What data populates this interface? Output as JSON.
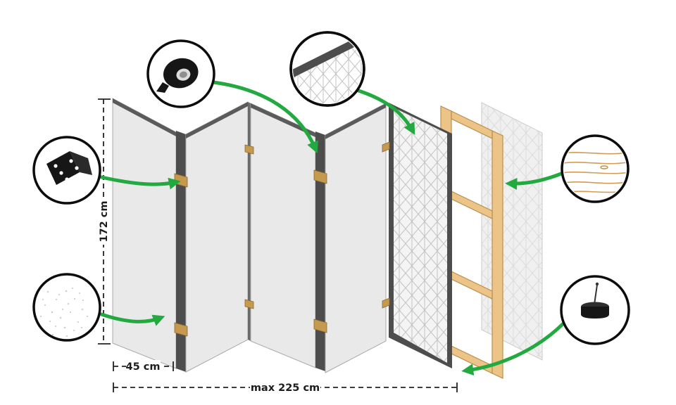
{
  "labels": {
    "height": "172 cm",
    "panel_width": "45 cm",
    "total_width": "max 225 cm"
  },
  "screen": {
    "panel_count": 5,
    "layers": [
      "folding-panels",
      "patterned-front-panel",
      "wooden-frame",
      "backing-sheet"
    ]
  },
  "callouts": [
    {
      "id": "tape",
      "icon": "tape-roll-icon"
    },
    {
      "id": "hinge",
      "icon": "hinge-icon"
    },
    {
      "id": "fabric",
      "icon": "fabric-texture-icon"
    },
    {
      "id": "pattern",
      "icon": "panel-pattern-icon"
    },
    {
      "id": "wood",
      "icon": "wood-texture-icon"
    },
    {
      "id": "foot",
      "icon": "foot-pad-icon"
    }
  ],
  "colors": {
    "arrow": "#22a93f",
    "panel_face": "#e9e9e9",
    "panel_edge": "#4d4d4d",
    "wood": "#ecc488",
    "hinge_brass": "#c69a4e",
    "pattern_line": "#c3c3c3",
    "dimension": "#222222"
  }
}
